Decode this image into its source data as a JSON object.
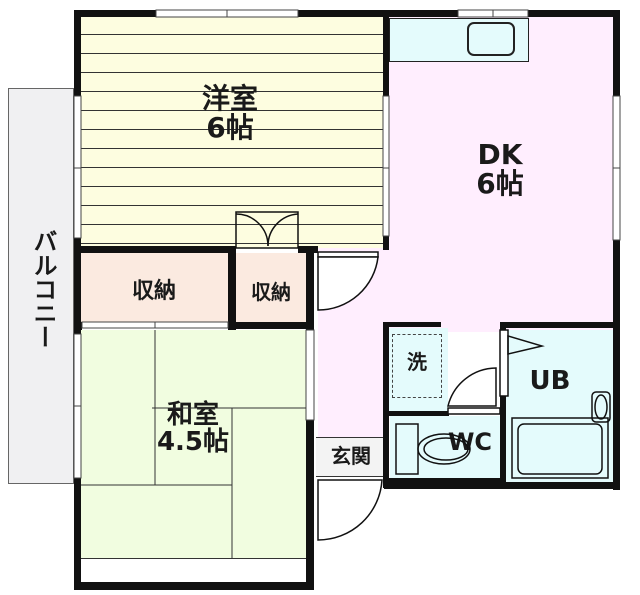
{
  "floor_plan": {
    "rooms": [
      {
        "id": "western-room",
        "name": "洋室",
        "size": "6帖",
        "color": "#fdfde0"
      },
      {
        "id": "dining-kitchen",
        "name": "DK",
        "size": "6帖",
        "color": "#ffeefe"
      },
      {
        "id": "japanese-room",
        "name": "和室",
        "size": "4.5帖",
        "color": "#f1fde0"
      },
      {
        "id": "storage-large",
        "name": "収納",
        "color": "#fbeae0"
      },
      {
        "id": "storage-small",
        "name": "収納",
        "color": "#fbeae0"
      },
      {
        "id": "entrance",
        "name": "玄関",
        "color": "#f3f3f3"
      },
      {
        "id": "washer",
        "name": "洗",
        "color": "#e4fbfc"
      },
      {
        "id": "toilet",
        "name": "WC",
        "color": "#e4fbfc"
      },
      {
        "id": "unit-bath",
        "name": "UB",
        "color": "#e4fbfc"
      },
      {
        "id": "balcony",
        "name": "バルコニー",
        "color": "#f0f0f2"
      }
    ],
    "kitchen_counter_color": "#e4fbfc",
    "wall_color": "#111111"
  }
}
